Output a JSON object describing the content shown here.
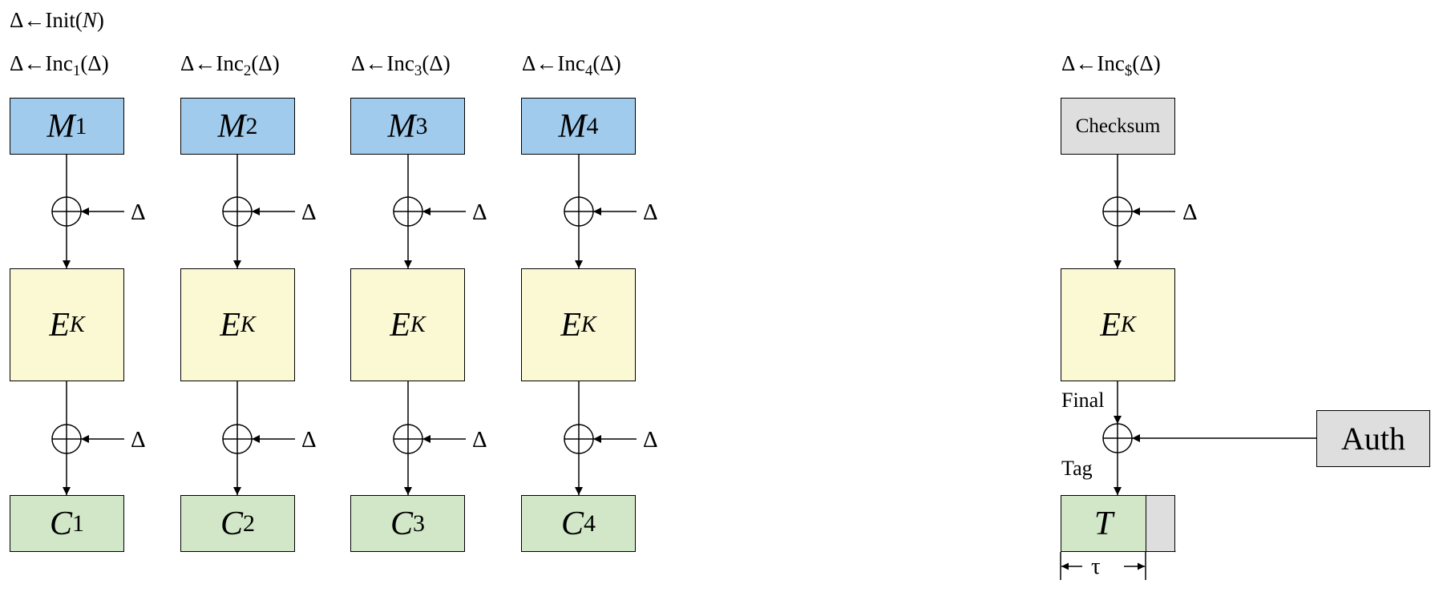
{
  "diagram": {
    "init_label": {
      "prefix": "Δ←Init(",
      "var": "N",
      "suffix": ")"
    },
    "blocks": [
      {
        "inc_prefix": "Δ←Inc",
        "inc_sub": "1",
        "inc_suffix": "(Δ)",
        "m": "M",
        "m_sub": "1",
        "e": "E",
        "e_sub": "K",
        "c": "C",
        "c_sub": "1",
        "delta_in": "Δ",
        "delta_out": "Δ"
      },
      {
        "inc_prefix": "Δ←Inc",
        "inc_sub": "2",
        "inc_suffix": "(Δ)",
        "m": "M",
        "m_sub": "2",
        "e": "E",
        "e_sub": "K",
        "c": "C",
        "c_sub": "2",
        "delta_in": "Δ",
        "delta_out": "Δ"
      },
      {
        "inc_prefix": "Δ←Inc",
        "inc_sub": "3",
        "inc_suffix": "(Δ)",
        "m": "M",
        "m_sub": "3",
        "e": "E",
        "e_sub": "K",
        "c": "C",
        "c_sub": "3",
        "delta_in": "Δ",
        "delta_out": "Δ"
      },
      {
        "inc_prefix": "Δ←Inc",
        "inc_sub": "4",
        "inc_suffix": "(Δ)",
        "m": "M",
        "m_sub": "4",
        "e": "E",
        "e_sub": "K",
        "c": "C",
        "c_sub": "4",
        "delta_in": "Δ",
        "delta_out": "Δ"
      }
    ],
    "final_block": {
      "inc_prefix": "Δ←Inc",
      "inc_sub": "$",
      "inc_suffix": "(Δ)",
      "checksum_label": "Checksum",
      "delta": "Δ",
      "e": "E",
      "e_sub": "K",
      "final_label": "Final",
      "tag_label": "Tag",
      "auth_label": "Auth",
      "t_label": "T",
      "tau_label": "τ"
    },
    "colors": {
      "message": "#a1cbec",
      "cipher": "#fbf9d3",
      "ciphertext": "#d1e7c8",
      "aux": "#dedede"
    }
  }
}
